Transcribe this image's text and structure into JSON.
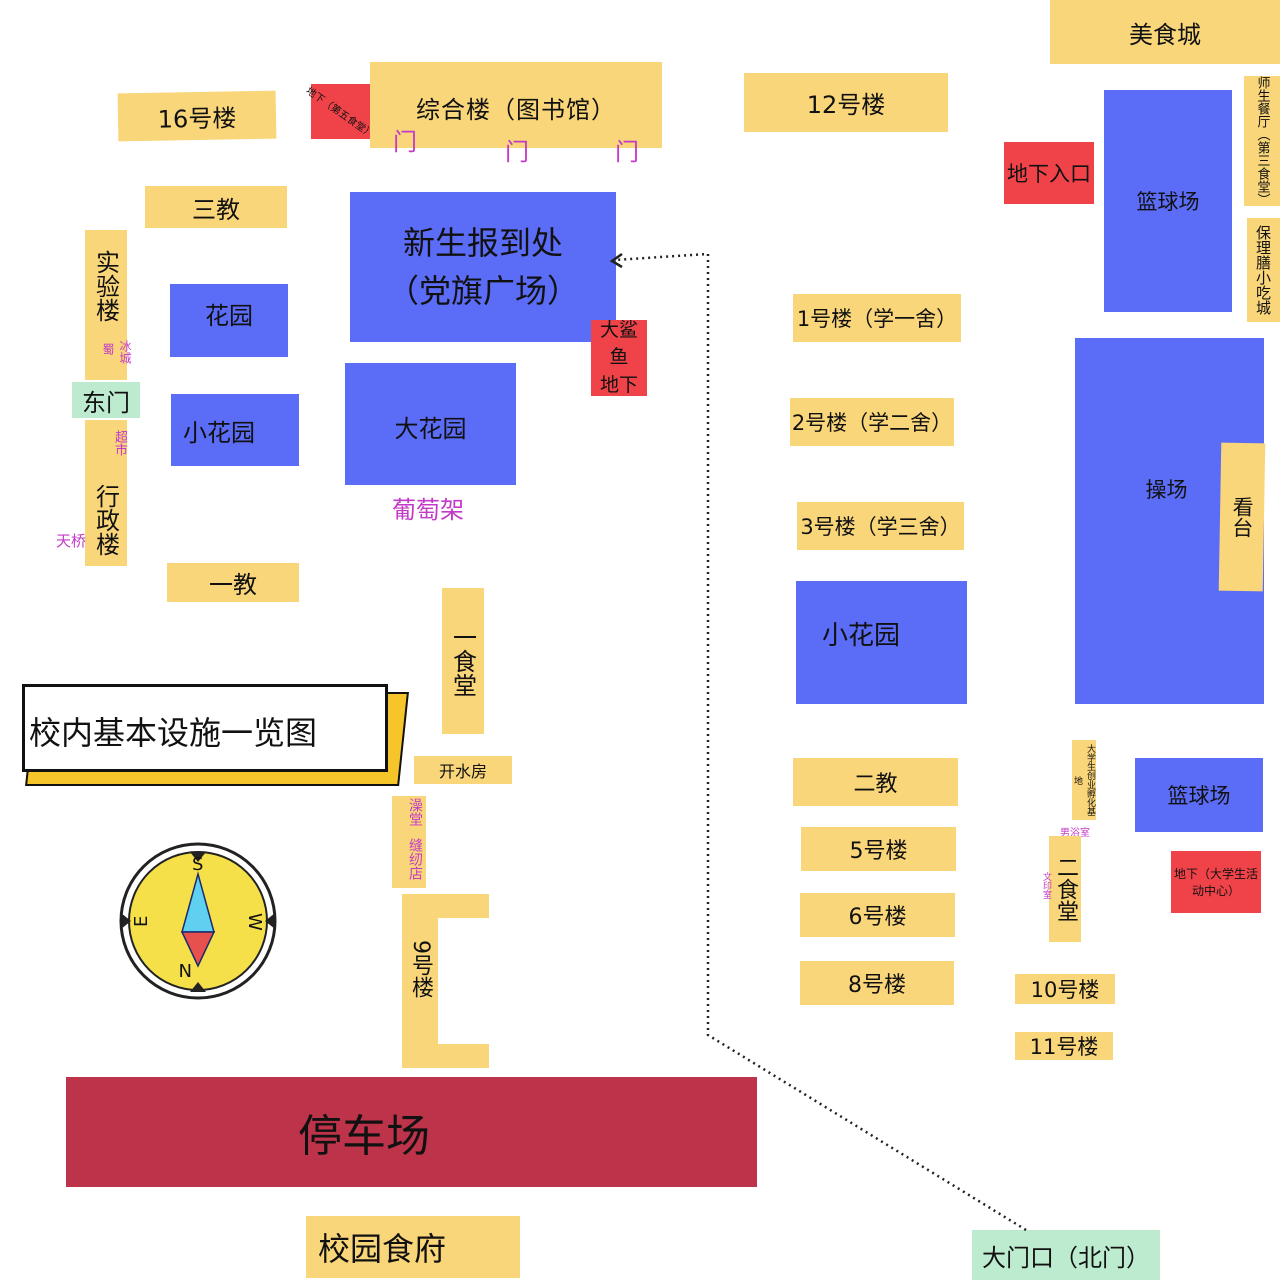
{
  "map": {
    "title": "校内基本设施一览图",
    "buildings": {
      "food_city": "美食城",
      "bldg16": "16号楼",
      "underground5": "地下（第五食堂）",
      "library": "综合楼（图书馆）",
      "door": "门",
      "bldg12": "12号楼",
      "teacher_canteen": "师生餐厅（第三食堂）",
      "underground_entrance": "地下入口",
      "basketball_top": "篮球场",
      "snack_city": "保理膳小吃城",
      "jiao3": "三教",
      "registration_line1": "新生报到处",
      "registration_line2": "（党旗广场）",
      "lab": "实验楼",
      "garden": "花园",
      "shu_bing": "蜀",
      "bingcheng": "冰城",
      "east_gate": "东门",
      "small_garden_left": "小花园",
      "big_garden": "大花园",
      "shark_line1": "大鲨鱼",
      "shark_line2": "地下",
      "supermarket": "超市",
      "admin": "行政楼",
      "bridge": "天桥",
      "grape": "葡萄架",
      "jiao1": "一教",
      "canteen1": "一食堂",
      "dorm1": "1号楼（学一舍）",
      "dorm2": "2号楼（学二舍）",
      "dorm3": "3号楼（学三舍）",
      "small_garden_right": "小花园",
      "playground": "操场",
      "stand": "看台",
      "boiler": "开水房",
      "bath": "澡堂",
      "tailor": "缝纫店",
      "bldg9": "9号楼",
      "jiao2": "二教",
      "bldg5": "5号楼",
      "bldg6": "6号楼",
      "bldg8": "8号楼",
      "incubator": "大学生创业孵化基地",
      "bathroom": "男浴室",
      "canteen2": "二食堂",
      "print": "文印室",
      "basketball_bottom": "篮球场",
      "activity_center": "地下（大学生活动中心）",
      "bldg10": "10号楼",
      "bldg11": "11号楼",
      "parking": "停车场",
      "campus_food": "校园食府",
      "main_gate": "大门口（北门）"
    },
    "compass": {
      "s": "S",
      "w": "W",
      "e": "E",
      "n": "N"
    },
    "colors": {
      "yellow": "#FAD67A",
      "blue": "#5B6CF6",
      "red": "#F04349",
      "green": "#BDEBD0",
      "parking": "#BD334A",
      "magenta": "#C43AC8"
    }
  }
}
